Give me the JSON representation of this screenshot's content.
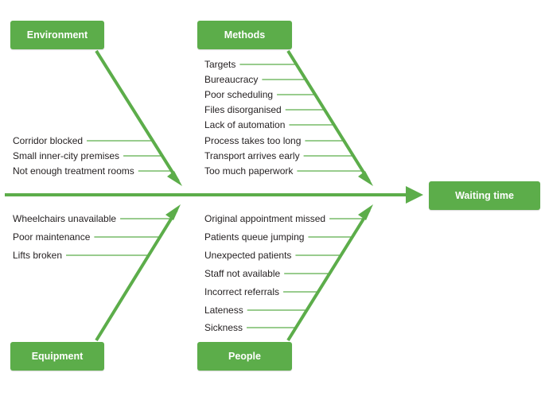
{
  "colors": {
    "accent": "#5cad4a",
    "box_text": "#ffffff",
    "cause_text": "#231f20",
    "leader_line": "#5cad4a"
  },
  "effect": {
    "label": "Waiting time"
  },
  "categories": {
    "environment": {
      "label": "Environment",
      "causes": [
        "Corridor blocked",
        "Small inner-city premises",
        "Not enough treatment rooms"
      ]
    },
    "methods": {
      "label": "Methods",
      "causes": [
        "Targets",
        "Bureaucracy",
        "Poor scheduling",
        "Files disorganised",
        "Lack of automation",
        "Process takes too long",
        "Transport arrives early",
        "Too much paperwork"
      ]
    },
    "equipment": {
      "label": "Equipment",
      "causes": [
        "Wheelchairs unavailable",
        "Poor maintenance",
        "Lifts broken"
      ]
    },
    "people": {
      "label": "People",
      "causes": [
        "Original appointment missed",
        "Patients queue jumping",
        "Unexpected patients",
        "Staff not available",
        "Incorrect referrals",
        "Lateness",
        "Sickness"
      ]
    }
  }
}
